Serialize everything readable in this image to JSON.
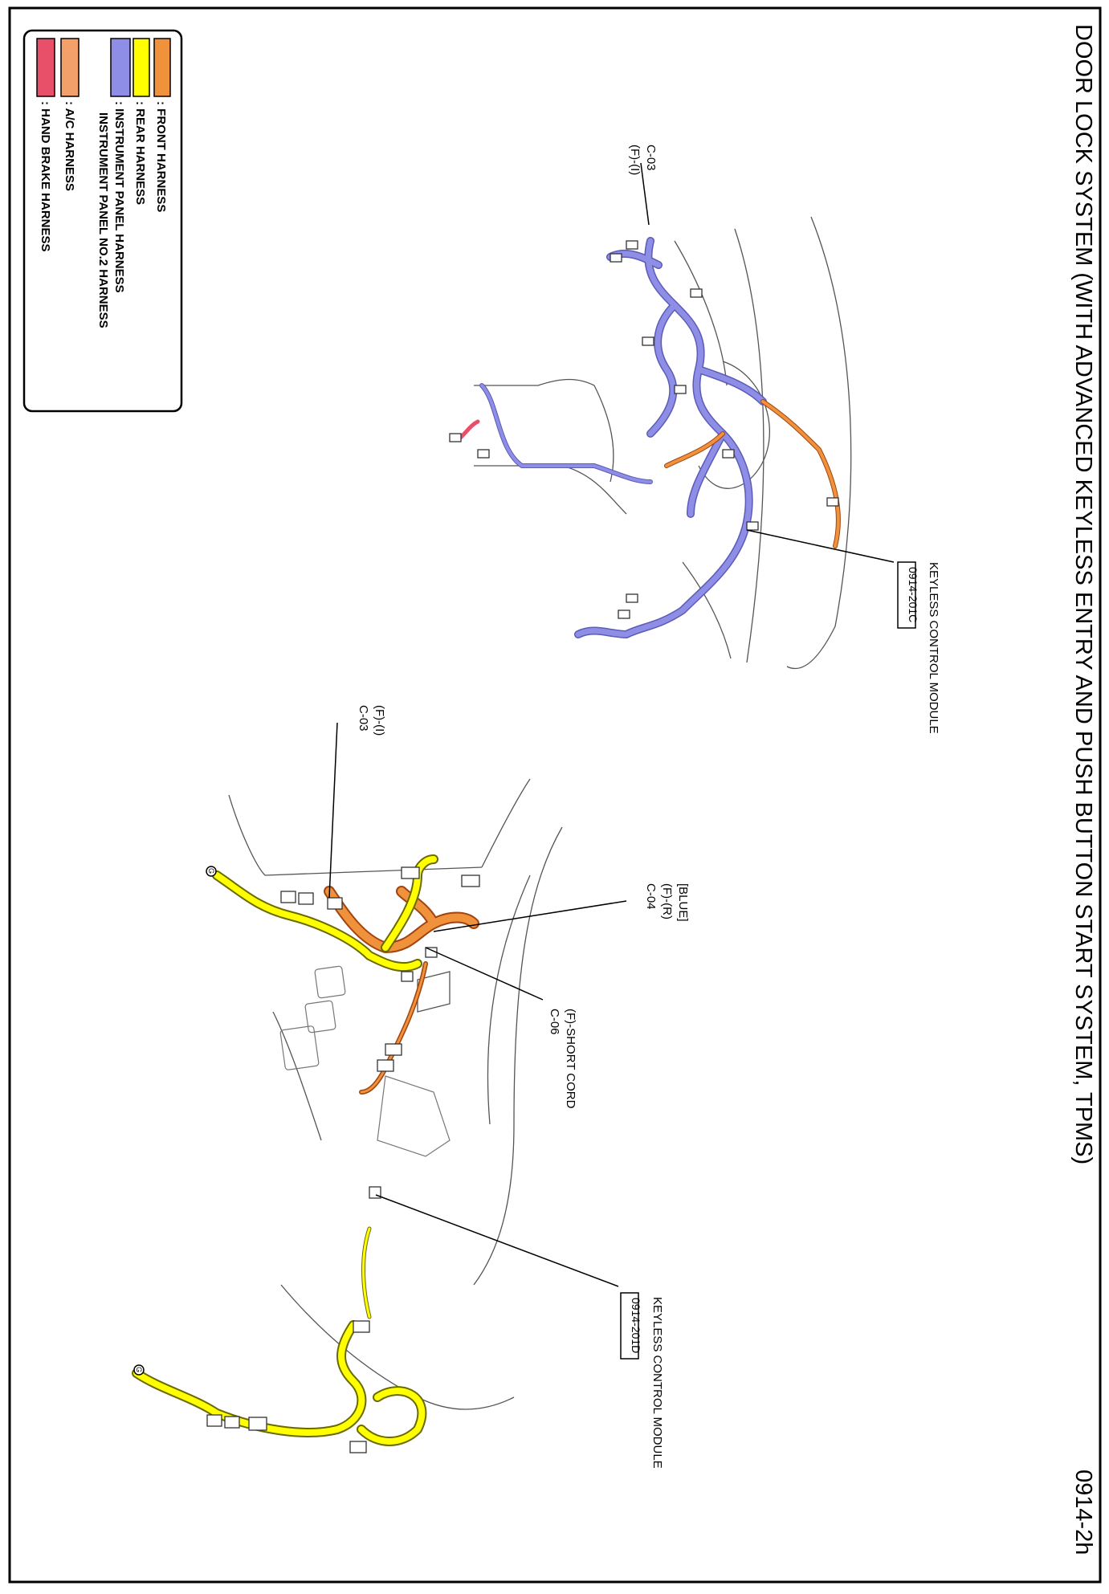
{
  "page": {
    "title": "DOOR LOCK SYSTEM (WITH ADVANCED KEYLESS ENTRY AND PUSH BUTTON START SYSTEM, TPMS)",
    "page_code": "0914-2h"
  },
  "legend": [
    {
      "color": "#f0923c",
      "label": ": FRONT HARNESS"
    },
    {
      "color": "#ffff00",
      "label": ": REAR HARNESS"
    },
    {
      "color": "#8e8ee6",
      "label": ": INSTRUMENT PANEL HARNESS"
    },
    {
      "color": "",
      "label": "INSTRUMENT PANEL NO.2 HARNESS"
    },
    {
      "color": "#f4a06a",
      "label": ": A/C HARNESS"
    },
    {
      "color": "#e8506a",
      "label": ": HAND BRAKE HARNESS"
    }
  ],
  "callouts": {
    "ip_c03": {
      "line1": "C-03",
      "line2": "(F)-(I)"
    },
    "kcm_c": {
      "label": "KEYLESS CONTROL MODULE",
      "code": "0914-201C"
    },
    "front_c03": {
      "line1": "(F)-(I)",
      "line2": "C-03"
    },
    "c04": {
      "line1": "[BLUE]",
      "line2": "(F)-(R)",
      "line3": "C-04"
    },
    "c06": {
      "line1": "(F)-SHORT CORD",
      "line2": "C-06"
    },
    "kcm_d": {
      "label": "KEYLESS CONTROL MODULE",
      "code": "0914-201D"
    },
    "ground_1": "G",
    "ground_2": "G"
  },
  "colors": {
    "front": "#f0923c",
    "rear": "#ffff00",
    "instrument_panel": "#8e8ee6",
    "ac": "#f4a06a",
    "hand_brake": "#e8506a"
  }
}
